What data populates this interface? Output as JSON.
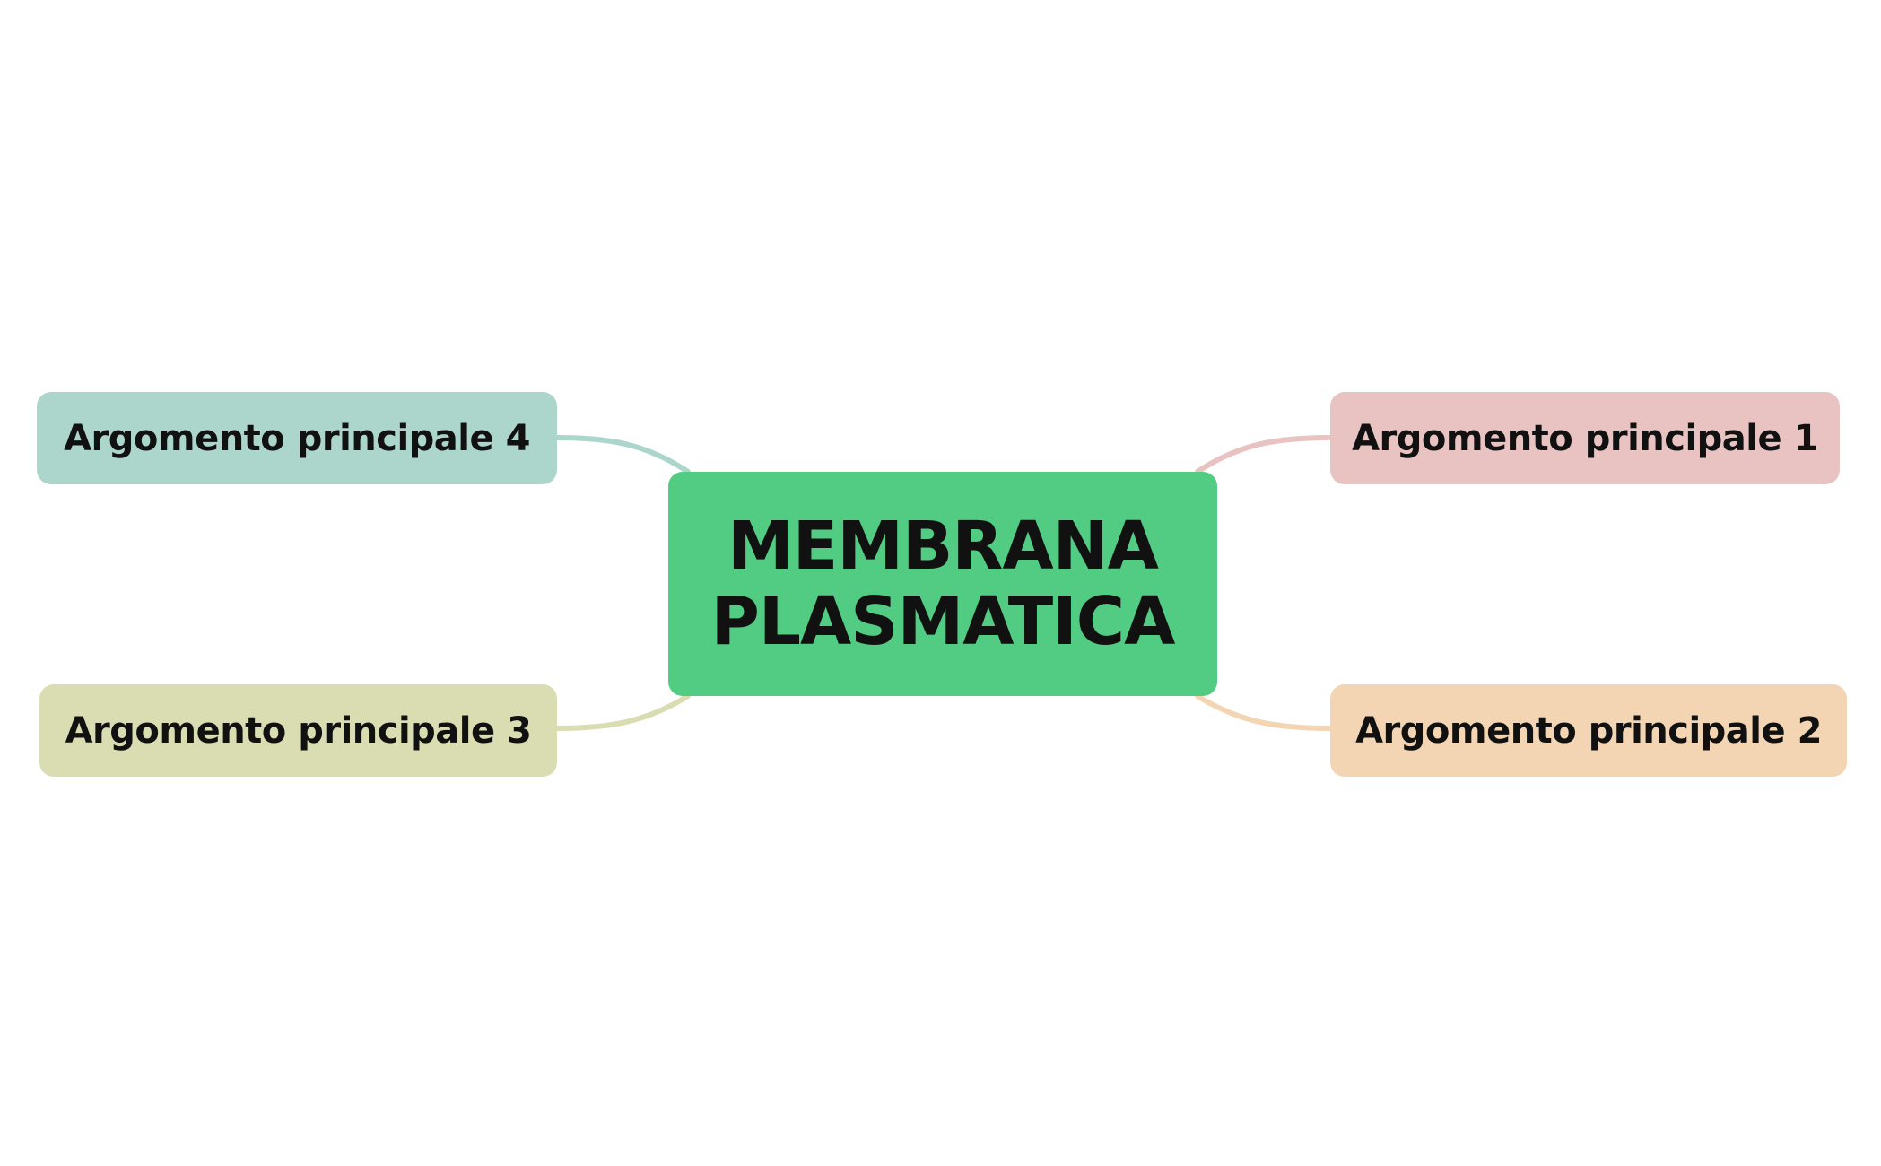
{
  "central": {
    "line1": "MEMBRANA",
    "line2": "PLASMATICA",
    "color": "#52CC83"
  },
  "topics": [
    {
      "label": "Argomento principale 1",
      "color": "#E8C3C1"
    },
    {
      "label": "Argomento principale 2",
      "color": "#F3D5B3"
    },
    {
      "label": "Argomento principale 3",
      "color": "#DADDB1"
    },
    {
      "label": "Argomento principale 4",
      "color": "#ACD6CC"
    }
  ]
}
